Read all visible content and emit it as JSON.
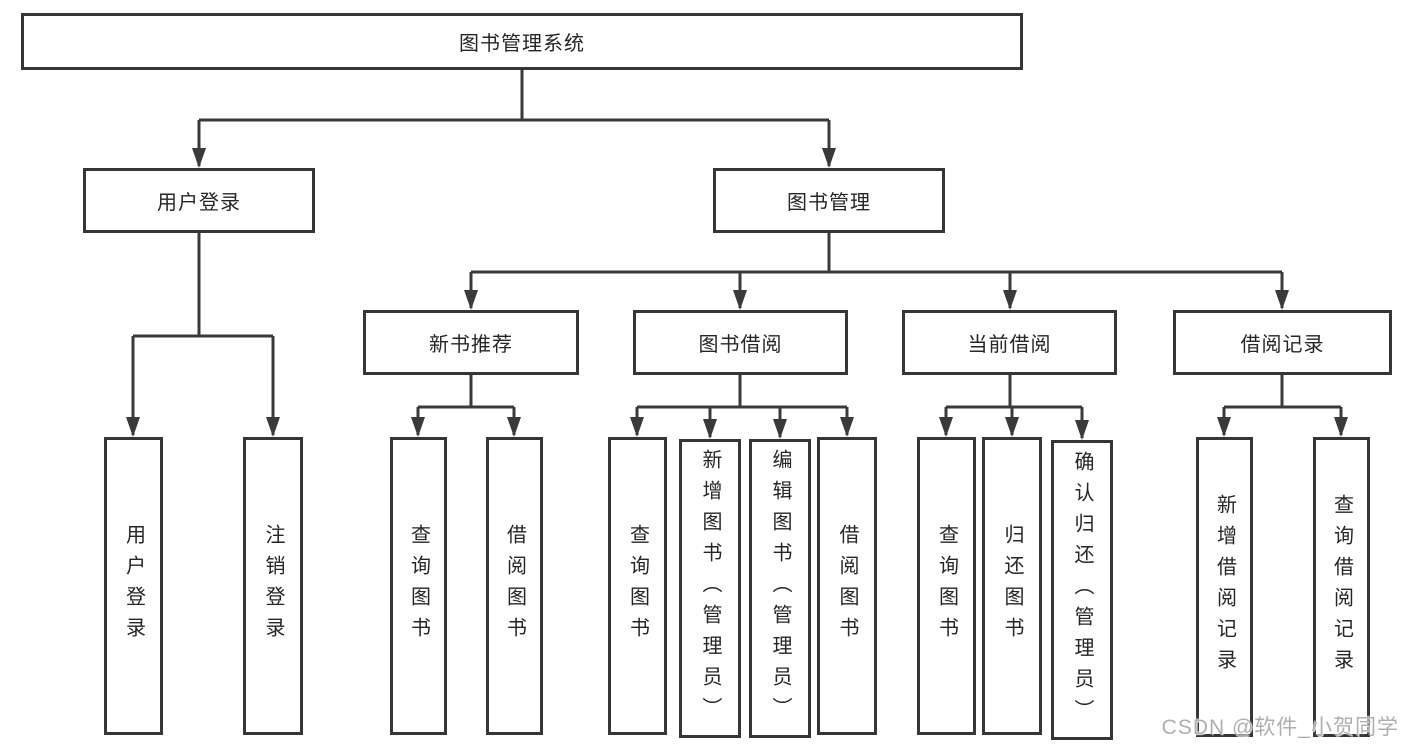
{
  "diagram": {
    "type": "hierarchy-tree",
    "title": "图书管理系统",
    "watermark": "CSDN @软件_小贺同学",
    "colors": {
      "background": "#ffffff",
      "line": "#3a3a3a",
      "box_border": "#363636",
      "text": "#262626",
      "watermark": "#b0afaf"
    },
    "nodes": {
      "root": {
        "label": "图书管理系统"
      },
      "level2": [
        {
          "label": "用户登录"
        },
        {
          "label": "图书管理"
        }
      ],
      "level3": [
        {
          "label": "新书推荐"
        },
        {
          "label": "图书借阅"
        },
        {
          "label": "当前借阅"
        },
        {
          "label": "借阅记录"
        }
      ],
      "leaves": {
        "user_login": [
          "用户登录",
          "注销登录"
        ],
        "new_book": [
          "查询图书",
          "借阅图书"
        ],
        "book_borrow": [
          "查询图书",
          "新增图书（管理员）",
          "编辑图书（管理员）",
          "借阅图书"
        ],
        "current_borrow": [
          "查询图书",
          "归还图书",
          "确认归还（管理员）"
        ],
        "records": [
          "新增借阅记录",
          "查询借阅记录"
        ]
      }
    }
  }
}
